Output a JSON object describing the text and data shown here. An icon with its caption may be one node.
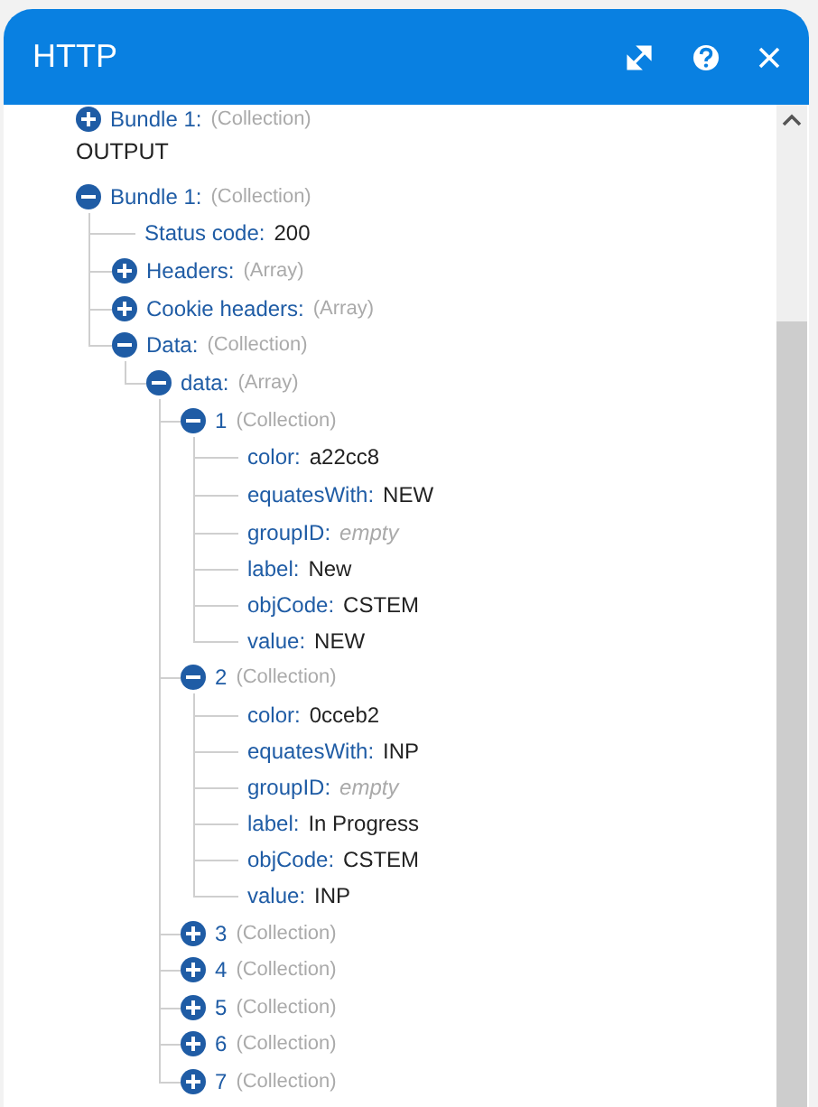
{
  "diagram": {
    "title": "HTTP",
    "nodes": [
      {
        "text": [
          "Bundle 1:",
          "(Collection)"
        ]
      },
      {
        "text": [
          "Bundle 1:",
          "(Collection)"
        ]
      },
      {
        "text": [
          "Status code:",
          "200"
        ]
      },
      {
        "text": [
          "Headers:",
          "(Array)"
        ]
      },
      {
        "text": [
          "Cookie headers:",
          "(Array)"
        ]
      },
      {
        "text": [
          "Data:",
          "(Collection)"
        ]
      },
      {
        "text": [
          "data:",
          "(Array)"
        ]
      },
      {
        "text": [
          "1",
          "(Collection)"
        ]
      },
      {
        "text": [
          "color:",
          "a22cc8"
        ]
      },
      {
        "text": [
          "equatesWith:",
          "NEW"
        ]
      },
      {
        "text": [
          "groupID:",
          "empty"
        ]
      },
      {
        "text": [
          "label:",
          "New"
        ]
      },
      {
        "text": [
          "objCode:",
          "CSTEM"
        ]
      },
      {
        "text": [
          "value:",
          "NEW"
        ]
      },
      {
        "text": [
          "2",
          "(Collection)"
        ]
      },
      {
        "text": [
          "color:",
          "0cceb2"
        ]
      },
      {
        "text": [
          "equatesWith:",
          "INP"
        ]
      },
      {
        "text": [
          "groupID:",
          "empty"
        ]
      },
      {
        "text": [
          "label:",
          "In Progress"
        ]
      },
      {
        "text": [
          "objCode:",
          "CSTEM"
        ]
      },
      {
        "text": [
          "value:",
          "INP"
        ]
      },
      {
        "text": [
          "3",
          "(Collection)"
        ]
      },
      {
        "text": [
          "4",
          "(Collection)"
        ]
      },
      {
        "text": [
          "5",
          "(Collection)"
        ]
      },
      {
        "text": [
          "6",
          "(Collection)"
        ]
      },
      {
        "text": [
          "7",
          "(Collection)"
        ]
      }
    ],
    "edges": [
      {
        "from": 1,
        "to": 2,
        "arrow": "none"
      },
      {
        "from": 1,
        "to": 3,
        "arrow": "none"
      },
      {
        "from": 1,
        "to": 4,
        "arrow": "none"
      },
      {
        "from": 1,
        "to": 5,
        "arrow": "none"
      },
      {
        "from": 5,
        "to": 6,
        "arrow": "none"
      },
      {
        "from": 6,
        "to": 7,
        "arrow": "none"
      },
      {
        "from": 7,
        "to": 8,
        "arrow": "none"
      },
      {
        "from": 7,
        "to": 9,
        "arrow": "none"
      },
      {
        "from": 7,
        "to": 10,
        "arrow": "none"
      },
      {
        "from": 7,
        "to": 11,
        "arrow": "none"
      },
      {
        "from": 7,
        "to": 12,
        "arrow": "none"
      },
      {
        "from": 7,
        "to": 13,
        "arrow": "none"
      },
      {
        "from": 6,
        "to": 14,
        "arrow": "none"
      },
      {
        "from": 14,
        "to": 15,
        "arrow": "none"
      },
      {
        "from": 14,
        "to": 16,
        "arrow": "none"
      },
      {
        "from": 14,
        "to": 17,
        "arrow": "none"
      },
      {
        "from": 14,
        "to": 18,
        "arrow": "none"
      },
      {
        "from": 14,
        "to": 19,
        "arrow": "none"
      },
      {
        "from": 14,
        "to": 20,
        "arrow": "none"
      },
      {
        "from": 6,
        "to": 21,
        "arrow": "none"
      },
      {
        "from": 6,
        "to": 22,
        "arrow": "none"
      },
      {
        "from": 6,
        "to": 23,
        "arrow": "none"
      },
      {
        "from": 6,
        "to": 24,
        "arrow": "none"
      },
      {
        "from": 6,
        "to": 25,
        "arrow": "none"
      }
    ],
    "labels": [
      "OUTPUT"
    ]
  }
}
